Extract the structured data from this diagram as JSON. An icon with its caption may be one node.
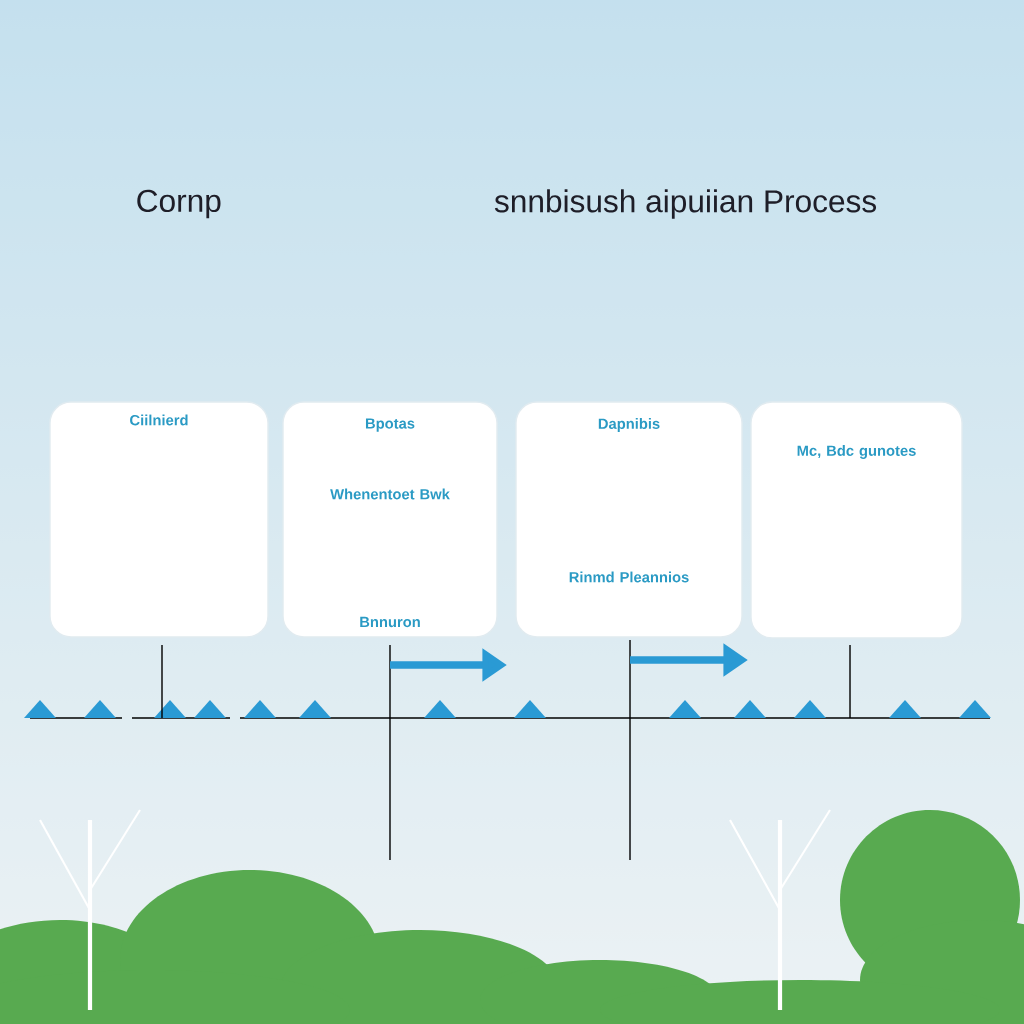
{
  "diagram": {
    "nodes": [
      {
        "text": [
          "Ciilnierd"
        ]
      },
      {
        "text": [
          "Bpotas",
          "Whenentoet Bwk",
          "Bnnuron"
        ]
      },
      {
        "text": [
          "Dapnibis",
          "Rinmd Pleannios"
        ]
      },
      {
        "text": [
          "Mc, Bdc gunotes"
        ]
      }
    ],
    "labels": [
      "Cornp",
      "snnbisush aipuiian Process"
    ]
  }
}
